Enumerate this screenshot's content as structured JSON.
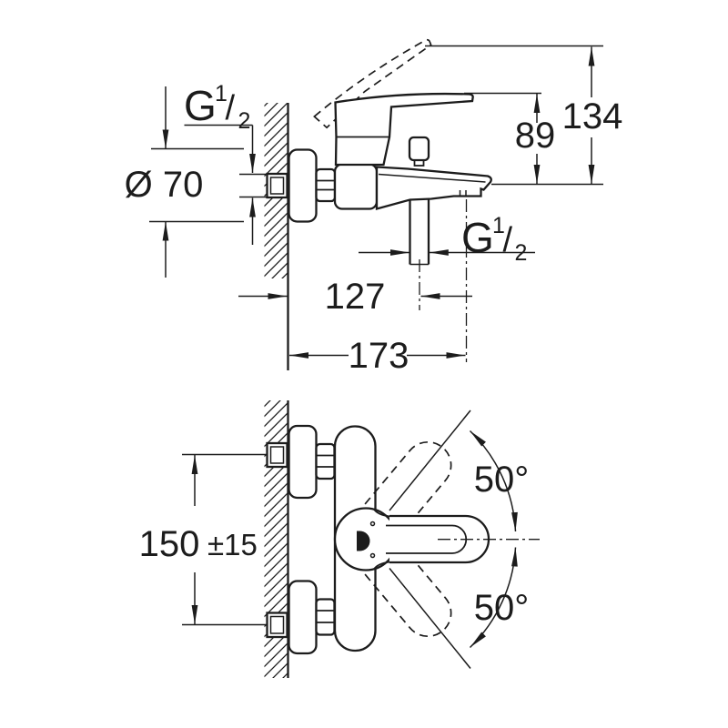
{
  "palette": {
    "ink": "#1c1c1c",
    "paper": "#ffffff"
  },
  "top_view": {
    "wall_thread_label": {
      "prefix": "G",
      "numerator": "1",
      "slash": "/",
      "denominator": "2"
    },
    "flange_diameter_label": "Ø 70",
    "lever_height_label": "89",
    "total_height_label": "134",
    "hose_thread_label": {
      "prefix": "G",
      "numerator": "1",
      "slash": "/",
      "denominator": "2"
    },
    "wall_to_hose_outlet_label": "127",
    "wall_to_spout_tip_label": "173"
  },
  "front_view": {
    "inlet_center_distance_label": "150",
    "tolerance_label": "±15",
    "lever_swing_up_label": "50°",
    "lever_swing_down_label": "50°"
  }
}
